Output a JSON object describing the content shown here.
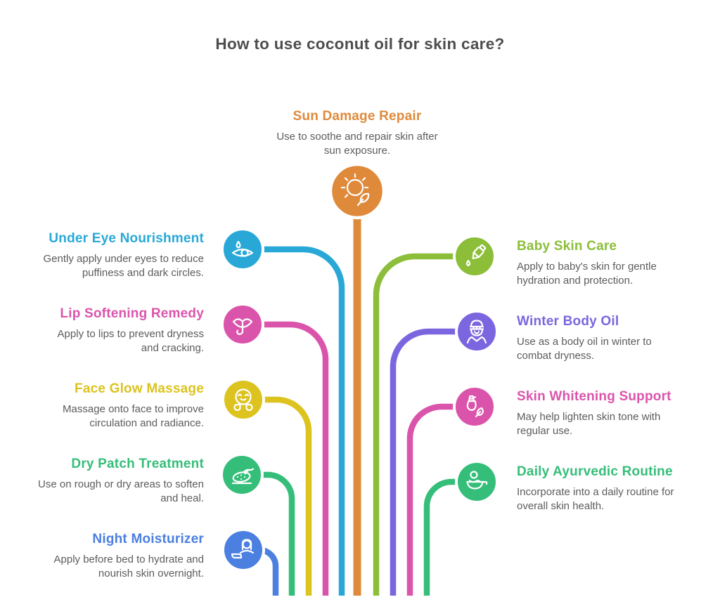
{
  "title": "How to use coconut oil for skin care?",
  "title_color": "#4D4D4D",
  "desc_color": "#5C5C5C",
  "center": {
    "heading": "Sun Damage Repair",
    "color": "#DF8A3B",
    "icon": "sun-leaf-icon",
    "desc_lines": [
      "Use to soothe and repair skin after",
      "sun exposure."
    ]
  },
  "left_items": [
    {
      "heading": "Under Eye Nourishment",
      "color": "#29A8D8",
      "icon": "eye-drop-icon",
      "desc_lines": [
        "Gently apply under eyes to reduce",
        "puffiness and dark circles."
      ]
    },
    {
      "heading": "Lip Softening Remedy",
      "color": "#DB54AB",
      "icon": "lips-hush-icon",
      "desc_lines": [
        "Apply to lips to prevent dryness",
        "and cracking."
      ]
    },
    {
      "heading": "Face Glow Massage",
      "color": "#DCC31F",
      "icon": "face-massage-icon",
      "desc_lines": [
        "Massage onto face to improve",
        "circulation and radiance."
      ]
    },
    {
      "heading": "Dry Patch Treatment",
      "color": "#35BE79",
      "icon": "skin-patch-icon",
      "desc_lines": [
        "Use on rough or dry areas to soften",
        "and heal."
      ]
    },
    {
      "heading": "Night Moisturizer",
      "color": "#4B7FE0",
      "icon": "night-person-icon",
      "desc_lines": [
        "Apply before bed to hydrate and",
        "nourish skin overnight."
      ]
    }
  ],
  "right_items": [
    {
      "heading": "Baby Skin Care",
      "color": "#8CBE3A",
      "icon": "baby-lotion-icon",
      "desc_lines": [
        "Apply to baby's skin for gentle",
        "hydration and protection."
      ]
    },
    {
      "heading": "Winter Body Oil",
      "color": "#7B66DF",
      "icon": "winter-person-icon",
      "desc_lines": [
        "Use as a body oil in winter to",
        "combat dryness."
      ]
    },
    {
      "heading": "Skin Whitening Support",
      "color": "#DB54AB",
      "icon": "lotion-leaf-icon",
      "desc_lines": [
        "May help lighten skin tone with",
        "regular use."
      ]
    },
    {
      "heading": "Daily Ayurvedic Routine",
      "color": "#35BE79",
      "icon": "bath-person-icon",
      "desc_lines": [
        "Incorporate into a daily routine for",
        "overall skin health."
      ]
    }
  ]
}
